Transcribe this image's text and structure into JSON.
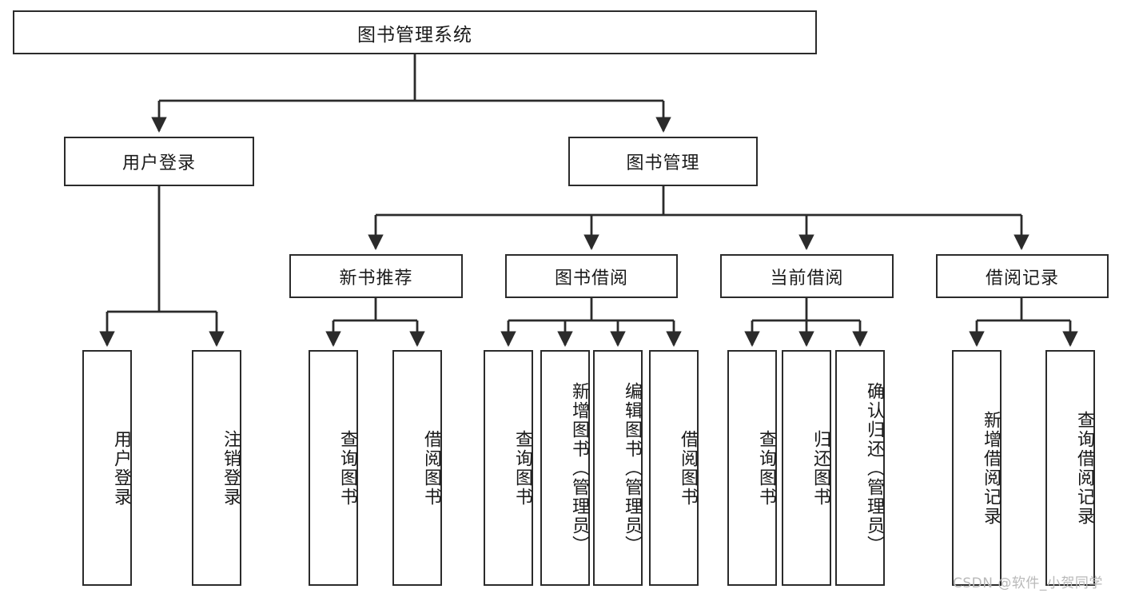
{
  "diagram": {
    "type": "tree",
    "title": "图书管理系统",
    "root": {
      "id": "root",
      "label": "图书管理系统"
    },
    "level2": [
      {
        "id": "user-login",
        "label": "用户登录"
      },
      {
        "id": "book-management",
        "label": "图书管理"
      }
    ],
    "level3": [
      {
        "id": "new-book-recommend",
        "label": "新书推荐",
        "parent": "book-management"
      },
      {
        "id": "book-borrow",
        "label": "图书借阅",
        "parent": "book-management"
      },
      {
        "id": "current-borrow",
        "label": "当前借阅",
        "parent": "book-management"
      },
      {
        "id": "borrow-record",
        "label": "借阅记录",
        "parent": "book-management"
      }
    ],
    "leaves": {
      "user_login": [
        {
          "id": "leaf-user-login",
          "label": "用户登录"
        },
        {
          "id": "leaf-logout-login",
          "label": "注销登录"
        }
      ],
      "new_book_recommend": [
        {
          "id": "leaf-query-book-1",
          "label": "查询图书"
        },
        {
          "id": "leaf-borrow-book-1",
          "label": "借阅图书"
        }
      ],
      "book_borrow": [
        {
          "id": "leaf-query-book-2",
          "label": "查询图书"
        },
        {
          "id": "leaf-add-book",
          "label": "新增图书（管理员）"
        },
        {
          "id": "leaf-edit-book",
          "label": "编辑图书（管理员）"
        },
        {
          "id": "leaf-borrow-book-2",
          "label": "借阅图书"
        }
      ],
      "current_borrow": [
        {
          "id": "leaf-query-book-3",
          "label": "查询图书"
        },
        {
          "id": "leaf-return-book",
          "label": "归还图书"
        },
        {
          "id": "leaf-confirm-return",
          "label": "确认归还（管理员）"
        }
      ],
      "borrow_record": [
        {
          "id": "leaf-add-record",
          "label": "新增借阅记录"
        },
        {
          "id": "leaf-query-record",
          "label": "查询借阅记录"
        }
      ]
    }
  },
  "watermark": {
    "text": "CSDN @软件_小贺同学"
  },
  "colors": {
    "stroke": "#2b2b2b",
    "background": "#ffffff",
    "text": "#1a1a1a",
    "watermark": "#b9b9b9"
  }
}
